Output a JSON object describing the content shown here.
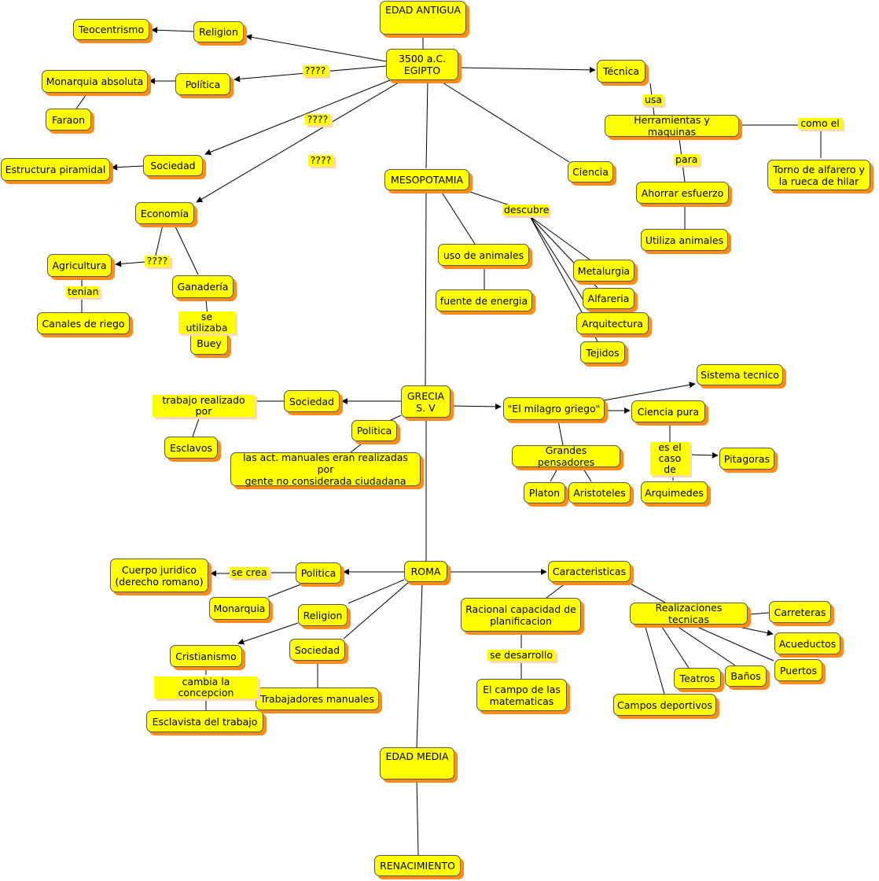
{
  "nodes": {
    "edad_antigua": "EDAD ANTIGUA",
    "egipto": "3500 a.C.\nEGIPTO",
    "religion_eg": "Religion",
    "teocentrismo": "Teocentrismo",
    "politica_eg": "Política",
    "monarquia_absoluta": "Monarquia absoluta",
    "faraon": "Faraon",
    "sociedad_eg": "Sociedad",
    "estructura_piramidal": "Estructura piramidal",
    "economia": "Economía",
    "agricultura": "Agricultura",
    "canales_riego": "Canales de riego",
    "ganaderia": "Ganadería",
    "buey": "Buey",
    "tecnica": "Técnica",
    "herramientas": "Herramientas y maquinas",
    "torno": "Torno de alfarero y\nla rueca de hilar",
    "ahorrar_esfuerzo": "Ahorrar esfuerzo",
    "utiliza_animales": "Utiliza animales",
    "ciencia": "Ciencia",
    "mesopotamia": "MESOPOTAMIA",
    "uso_animales": "uso de animales",
    "fuente_energia": "fuente de energia",
    "metalurgia": "Metalurgia",
    "alfareria": "Alfareria",
    "arquitectura": "Arquitectura",
    "tejidos": "Tejidos",
    "grecia": "GRECIA\nS. V",
    "sociedad_gr": "Sociedad",
    "esclavos": "Esclavos",
    "politica_gr": "Politica",
    "act_manuales": "las act. manuales eran realizadas por\ngente no considerada ciudadana",
    "milagro_griego": "\"El milagro griego\"",
    "sistema_tecnico": "Sistema tecnico",
    "ciencia_pura": "Ciencia pura",
    "pitagoras": "Pitagoras",
    "arquimedes": "Arquimedes",
    "grandes_pensadores": "Grandes pensadores",
    "platon": "Platon",
    "aristoteles": "Aristoteles",
    "roma": "ROMA",
    "politica_ro": "Politica",
    "cuerpo_juridico": "Cuerpo juridico\n(derecho romano)",
    "monarquia": "Monarquia",
    "religion_ro": "Religion",
    "cristianismo": "Cristianismo",
    "esclavista": "Esclavista del trabajo",
    "sociedad_ro": "Sociedad",
    "trabajadores": "Trabajadores manuales",
    "caracteristicas": "Caracteristicas",
    "racional": "Racional capacidad de\nplanificacion",
    "campo_matematicas": "El campo de las\nmatematicas",
    "realizaciones": "Realizaciones tecnicas",
    "carreteras": "Carreteras",
    "acueductos": "Acueductos",
    "puertos": "Puertos",
    "banos": "Baños",
    "teatros": "Teatros",
    "campos_deportivos": "Campos deportivos",
    "edad_media": "EDAD MEDIA",
    "renacimiento": "RENACIMIENTO"
  },
  "labels": {
    "q_politica": "????",
    "q_sociedad": "????",
    "q_economia": "????",
    "q_agricultura": "????",
    "tenian": "tenian",
    "se_utilizaba": "se utilizaba",
    "usa": "usa",
    "como_el": "como el",
    "para": "para",
    "descubre": "descubre",
    "trabajo_realizado": "trabajo realizado por",
    "es_el_caso": "es el\ncaso de",
    "se_crea": "se crea",
    "cambia_concepcion": "cambia la concepcion",
    "se_desarrollo": "se desarrollo"
  },
  "colors": {
    "node_fill": "#ffff00",
    "node_shadow": "#ff8c1a",
    "line": "#000000"
  }
}
